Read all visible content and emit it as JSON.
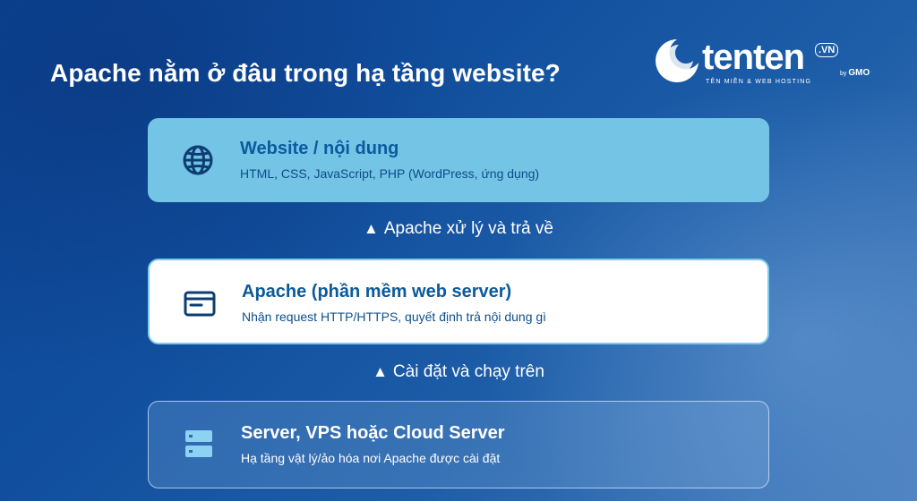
{
  "page": {
    "title": "Apache nằm ở đâu trong hạ tầng website?"
  },
  "logo": {
    "word": "tenten",
    "domain_badge": ".VN",
    "by_text": "by",
    "partner": "GMO",
    "tagline": "TÊN MIỀN & WEB HOSTING"
  },
  "layers": [
    {
      "title": "Website / nội dung",
      "subtitle": "HTML, CSS, JavaScript, PHP (WordPress, ứng dụng)",
      "icon": "globe-icon"
    },
    {
      "title": "Apache (phần mềm web server)",
      "subtitle": "Nhận request HTTP/HTTPS, quyết định trả nội dung gì",
      "icon": "browser-window-icon"
    },
    {
      "title": "Server, VPS hoặc Cloud Server",
      "subtitle": "Hạ tầng vật lý/ảo hóa nơi Apache được cài đặt",
      "icon": "server-rack-icon"
    }
  ],
  "connectors": [
    {
      "arrow": "▲",
      "label": "Apache xử lý và trả về"
    },
    {
      "arrow": "▲",
      "label": "Cài đặt và chạy trên"
    }
  ],
  "colors": {
    "background": "#114f9e",
    "card_website": "#74c4e6",
    "card_apache": "#ffffff",
    "card_apache_border": "#7ccbec",
    "title_blue": "#0d5a9e",
    "icon_dark_blue": "#0d3d73",
    "icon_light_blue": "#8cd2f2"
  }
}
